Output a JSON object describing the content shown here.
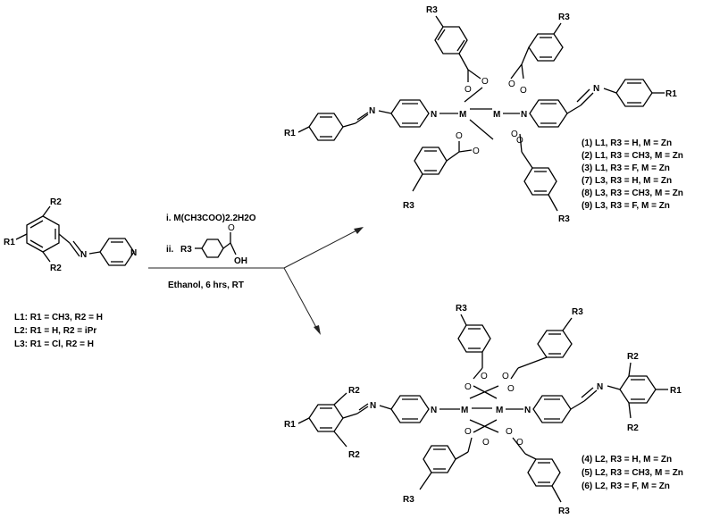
{
  "scheme": {
    "ligand": {
      "substituents": {
        "r1": "R1",
        "r2": "R2"
      },
      "atoms": {
        "imine": "N",
        "pyridine": "N"
      },
      "labels": [
        "L1: R1 = CH3, R2 = H",
        "L2: R1 = H, R2 = iPr",
        "L3: R1 = Cl, R2 = H"
      ]
    },
    "conditions": {
      "step1": "i.  M(CH3COO)2.2H2O",
      "step2_prefix": "ii.",
      "step2_r3": "R3",
      "step2_oh": "OH",
      "step2_o": "O",
      "solvent": "Ethanol, 6 hrs, RT"
    },
    "product_top": {
      "atoms": {
        "metal": "M",
        "n": "N",
        "o": "O",
        "r1": "R1",
        "r3": "R3"
      },
      "labels": [
        "(1) L1, R3 = H, M = Zn",
        "(2) L1, R3 = CH3, M = Zn",
        "(3) L1, R3 = F, M = Zn",
        "(7) L3, R3 = H, M = Zn",
        "(8) L3, R3 = CH3, M = Zn",
        "(9) L3, R3 = F, M = Zn"
      ]
    },
    "product_bottom": {
      "atoms": {
        "metal": "M",
        "n": "N",
        "o": "O",
        "r1": "R1",
        "r2": "R2",
        "r3": "R3"
      },
      "labels": [
        "(4) L2, R3 = H, M = Zn",
        "(5) L2, R3 = CH3, M = Zn",
        "(6) L2, R3 = F, M = Zn"
      ]
    }
  }
}
